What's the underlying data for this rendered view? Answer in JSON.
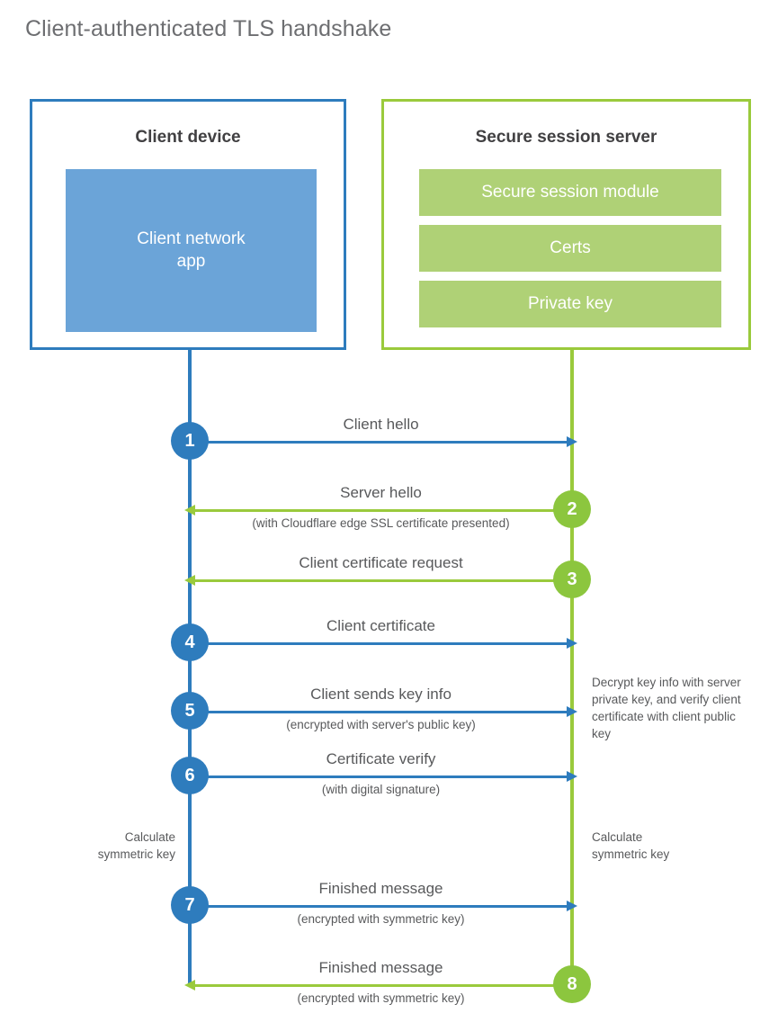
{
  "title": "Client-authenticated TLS handshake",
  "colors": {
    "blue_border": "#2E7CBD",
    "blue_panel": "#6BA4D8",
    "green_border": "#9ACA3C",
    "green_panel": "#AFD176",
    "blue_circle": "#2E7CBD",
    "green_circle": "#8CC63E",
    "text": "#58595b",
    "heading": "#414042",
    "title": "#6d6e71"
  },
  "client": {
    "title": "Client device",
    "app_label": "Client network\napp"
  },
  "server": {
    "title": "Secure session server",
    "bars": [
      {
        "label": "Secure session module"
      },
      {
        "label": "Certs"
      },
      {
        "label": "Private key"
      }
    ]
  },
  "steps": [
    {
      "number": "1",
      "direction": "right",
      "color": "blue",
      "label": "Client hello",
      "sublabel": ""
    },
    {
      "number": "2",
      "direction": "left",
      "color": "green",
      "label": "Server hello",
      "sublabel": "(with Cloudflare edge SSL certificate presented)"
    },
    {
      "number": "3",
      "direction": "left",
      "color": "green",
      "label": "Client certificate request",
      "sublabel": ""
    },
    {
      "number": "4",
      "direction": "right",
      "color": "blue",
      "label": "Client certificate",
      "sublabel": ""
    },
    {
      "number": "5",
      "direction": "right",
      "color": "blue",
      "label": "Client sends key info",
      "sublabel": "(encrypted with server's public key)"
    },
    {
      "number": "6",
      "direction": "right",
      "color": "blue",
      "label": "Certificate verify",
      "sublabel": "(with digital signature)"
    },
    {
      "number": "7",
      "direction": "right",
      "color": "blue",
      "label": "Finished message",
      "sublabel": "(encrypted with symmetric key)"
    },
    {
      "number": "8",
      "direction": "left",
      "color": "green",
      "label": "Finished message",
      "sublabel": "(encrypted with symmetric key)"
    }
  ],
  "notes": {
    "decrypt": "Decrypt key info with server private key, and verify client certificate with client public key",
    "calculate_client": "Calculate\nsymmetric key",
    "calculate_server": "Calculate\nsymmetric key"
  }
}
